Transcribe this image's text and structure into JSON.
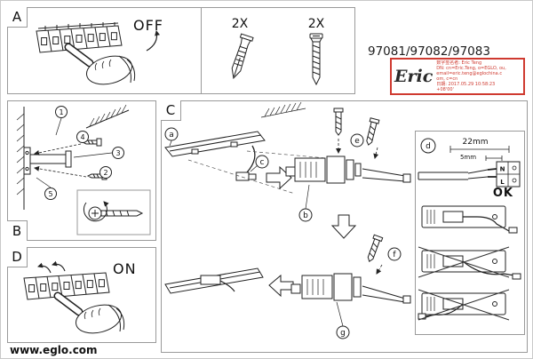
{
  "document": {
    "product_codes": "97081/97082/97083",
    "website": "www.eglo.com"
  },
  "stamp": {
    "name": "Eric",
    "lines": [
      "数字签名者: Eric Teng",
      "DN: cn=Eric.Teng, o=EGLO, ou,",
      "email=eric.teng@eglochina.c",
      "om, c=cn",
      "日期: 2017.05.29 10:58:23",
      "+08'00'"
    ]
  },
  "panel_a": {
    "label": "A",
    "state": "OFF"
  },
  "parts": {
    "anchor_qty": "2X",
    "screw_qty": "2X"
  },
  "panel_b": {
    "label": "B",
    "step_1": "1",
    "step_2": "2",
    "step_3": "3",
    "step_4": "4",
    "step_5": "5"
  },
  "panel_c": {
    "label": "C",
    "marker_a": "a",
    "marker_b": "b",
    "marker_c": "c",
    "marker_e": "e",
    "marker_f": "f",
    "marker_g": "g"
  },
  "panel_d": {
    "label": "D",
    "state": "ON"
  },
  "inset": {
    "label": "d",
    "dim_strip": "22mm",
    "dim_tip": "5mm",
    "terminal_n": "N",
    "terminal_l": "L",
    "ok": "OK"
  }
}
